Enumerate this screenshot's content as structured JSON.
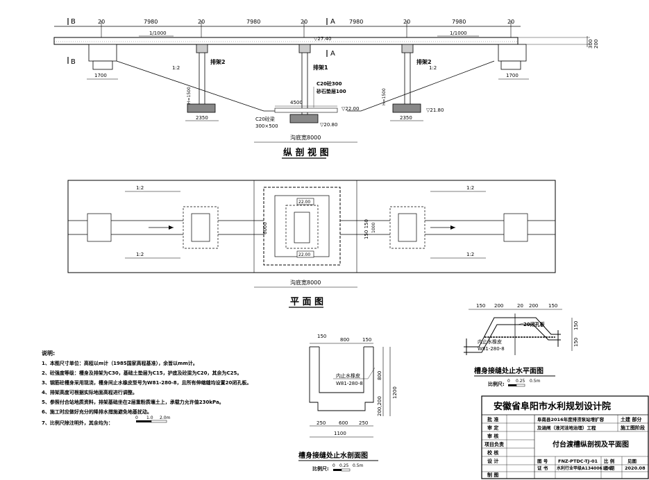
{
  "long_section": {
    "section_marks": [
      "B",
      "B",
      "A",
      "A"
    ],
    "span_dims": [
      "20",
      "7980",
      "20",
      "7980",
      "20",
      "7980",
      "20",
      "7980",
      "20"
    ],
    "slope_left": "1/1000",
    "slope_right": "1/1000",
    "deck_thickness": "200",
    "deck_side_dim": "300",
    "elev_deck": "▽27.40",
    "pier_left_label": "排架2",
    "pier_mid_label": "排架1",
    "pier_right_label": "排架2",
    "bank_slope_left": "1:2",
    "bank_slope_right": "1:2",
    "abutment_left_dim": "1700",
    "abutment_right_dim": "1700",
    "footing_left_dim": "2350",
    "footing_right_dim": "2350",
    "pier_height_left": "H=1500",
    "pier_height_right": "H=1500",
    "bottom_width_dim": "4500",
    "note_c20": "C20砼300",
    "note_gravel": "砂石垫层100",
    "elev_channel": "▽22.00",
    "elev_right_footing": "▽21.80",
    "elev_bottom": "▽20.80",
    "beam_note_1": "C20砼梁",
    "beam_note_2": "300×500",
    "channel_width": "沟底宽8000",
    "title": "纵 剖 视 图"
  },
  "plan": {
    "slopes": [
      "1:2",
      "1:2",
      "1:2",
      "1:2"
    ],
    "tag_top": "22.00",
    "tag_bottom": "22.00",
    "dim_width": "6000",
    "dim_trough": "150 150",
    "dim_trough_2": "1000",
    "channel_width": "沟底宽8000",
    "title": "平 面 图"
  },
  "notes": {
    "heading": "说明:",
    "items": [
      "1、本图尺寸单位：高程以m计（1985国家高程基准），余皆以mm计。",
      "2、砼强度等级：槽身及排架为C30，基础土垫层为C15，护底及砼梁为C20，其余为C25。",
      "3、钢筋砼槽身采用现浇，槽身间止水橡皮型号为W81-280-8，且所有伸缩缝均设置20闭孔板。",
      "4、排架高度可根据实际地面高程进行调整。",
      "5、参照付合站地质资料，排架基础坐在2层重粉质壤土上，承载力允许值230kPa。",
      "6、施工时应做好充分的降排水措施避免地基扰动。",
      "7、比例尺除注明外，其余均为："
    ],
    "scale_ticks": [
      "0",
      "1.0",
      "2.0m"
    ]
  },
  "joint_section": {
    "top_dims": [
      "150",
      "800",
      "150"
    ],
    "height_total": "1200",
    "height_inner": "800",
    "base_dims": "200,200",
    "waterstop_1": "内止水橡皮",
    "waterstop_2": "W81-280-8",
    "bottom_dims": [
      "250",
      "600",
      "250"
    ],
    "total_width": "1100",
    "title": "槽身接缝处止水剖面图",
    "scale_label": "比例尺:",
    "scale_ticks": [
      "0",
      "0.25",
      "0.5m"
    ]
  },
  "joint_plan": {
    "top_dims": [
      "150",
      "200",
      "20",
      "200",
      "150"
    ],
    "right_dims": [
      "150",
      "150"
    ],
    "board_label": "20闭孔板",
    "waterstop_1": "内止水橡皮",
    "waterstop_2": "W81-280-8",
    "title": "槽身接缝处止水平面图",
    "scale_label": "比例尺:",
    "scale_ticks": [
      "0",
      "0.25",
      "0.5m"
    ]
  },
  "title_block": {
    "institute": "安徽省阜阳市水利规划设计院",
    "row_labels": [
      "批 准",
      "审 定",
      "审 核",
      "项目负责",
      "校 核",
      "设 计",
      "制 图"
    ],
    "project_1": "阜南县2016年度排涝泵站增扩容",
    "project_2": "及涵闸（淮河洼地治理）工程",
    "stage_1": "土建 部分",
    "stage_2": "施工图阶段",
    "drawing_title": "付台渡槽纵剖视及平面图",
    "drawing_no_label": "图 号",
    "drawing_no": "FNZ-PTDC-TJ-01",
    "scale_label": "比 例",
    "scale_value": "见图",
    "cert_label": "证 书",
    "cert_value": "水利行业甲级A134006186",
    "date_label": "日 期",
    "date_value": "2020.08"
  }
}
